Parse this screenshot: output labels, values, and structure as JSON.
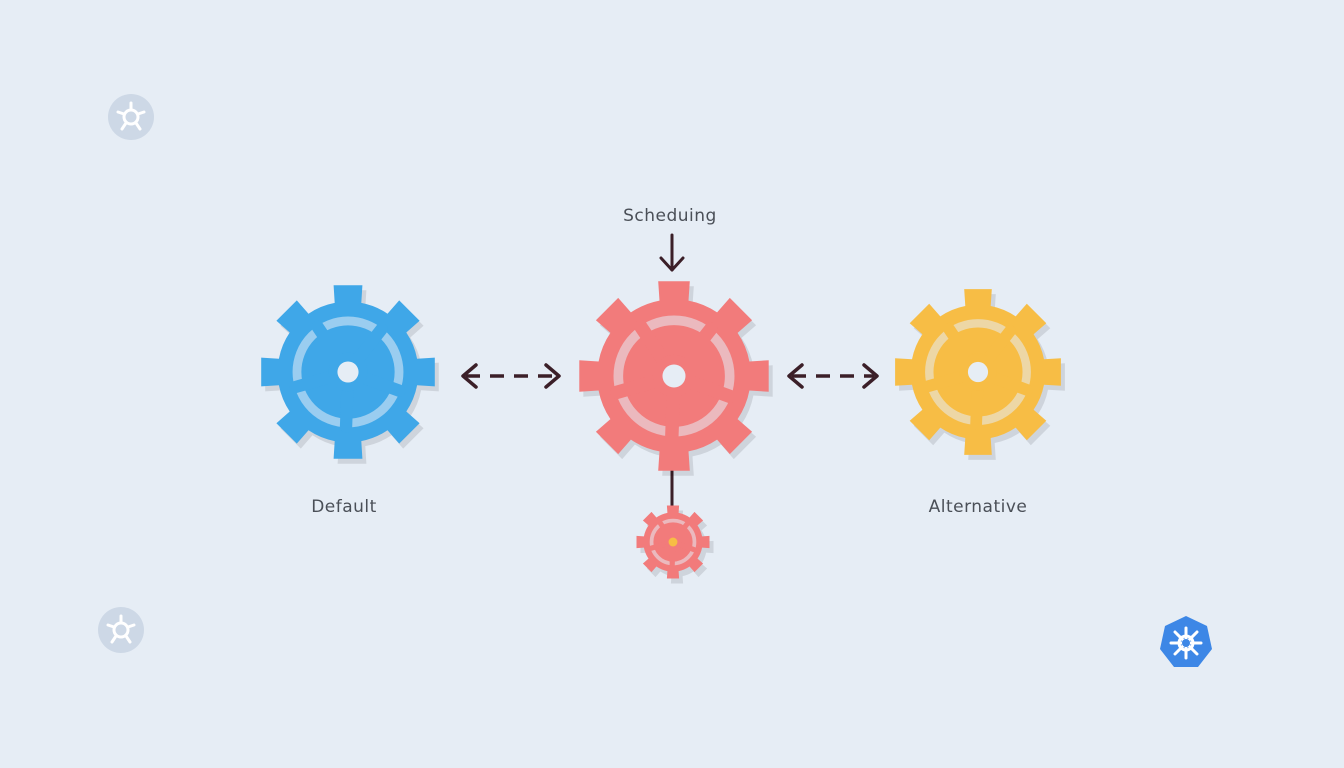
{
  "labels": {
    "top": "Scheduing",
    "left": "Default",
    "right": "Alternative"
  },
  "colors": {
    "background": "#e6edf5",
    "gear_blue": "#3fa7e8",
    "gear_red": "#f27b7b",
    "gear_yellow": "#f7bd45",
    "arrow": "#3b1f28",
    "badge_gray": "#cdd8e6",
    "badge_blue": "#3d87e6"
  },
  "icons": {
    "left_gear": "blue-gear-icon",
    "center_gear": "red-gear-icon",
    "right_gear": "yellow-gear-icon",
    "small_gear": "small-red-gear-icon",
    "corner_badges": [
      "helm-wheel-badge-icon",
      "helm-wheel-badge-icon",
      "kubernetes-badge-icon"
    ]
  }
}
